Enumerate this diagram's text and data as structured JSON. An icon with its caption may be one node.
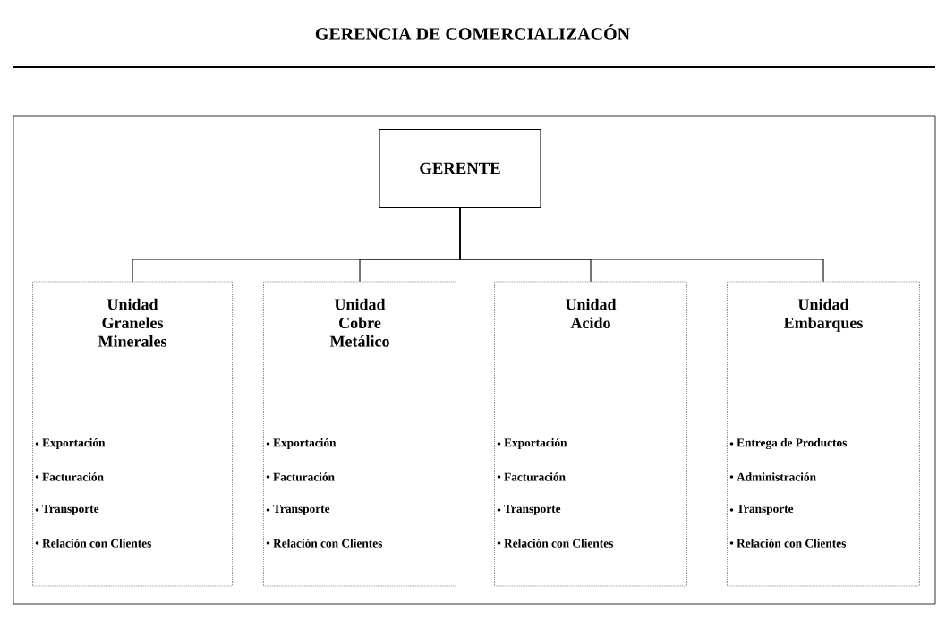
{
  "diagram": {
    "title": "GERENCIA DE COMERCIALIZACÓN",
    "nodes": [
      {
        "text": [
          "GERENTE"
        ]
      },
      {
        "text": [
          "Unidad Graneles Minerales",
          "Exportación",
          "Facturación",
          "Transporte",
          "Relación con Clientes"
        ]
      },
      {
        "text": [
          "Unidad Cobre Metálico",
          "Exportación",
          "Facturación",
          "Transporte",
          "Relación con Clientes"
        ]
      },
      {
        "text": [
          "Unidad Acido",
          "Exportación",
          "Facturación",
          "Transporte",
          "Relación con Clientes"
        ]
      },
      {
        "text": [
          "Unidad Embarques",
          "Entrega de Productos",
          "Administración",
          "Transporte",
          "Relación con Clientes"
        ]
      }
    ],
    "edges": [
      {
        "from": 0,
        "to": 1,
        "arrow": "none"
      },
      {
        "from": 0,
        "to": 2,
        "arrow": "none"
      },
      {
        "from": 0,
        "to": 3,
        "arrow": "none"
      },
      {
        "from": 0,
        "to": 4,
        "arrow": "none"
      }
    ]
  }
}
